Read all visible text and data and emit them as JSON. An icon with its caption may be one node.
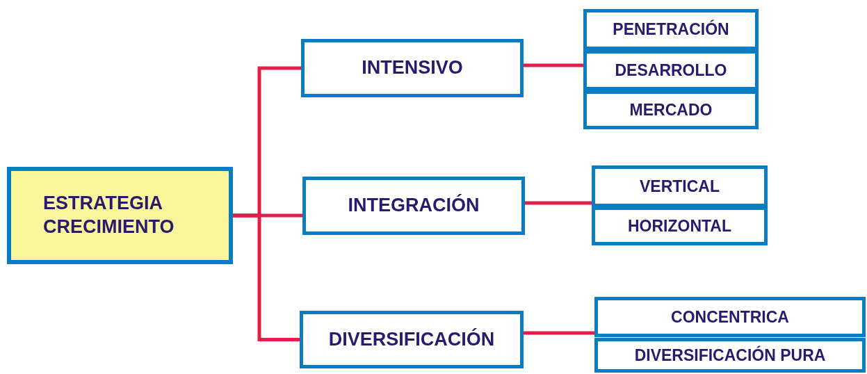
{
  "diagram": {
    "nodes": [
      {
        "text": [
          "ESTRATEGIA CRECIMIENTO"
        ]
      },
      {
        "text": [
          "INTENSIVO"
        ]
      },
      {
        "text": [
          "INTEGRACIÓN"
        ]
      },
      {
        "text": [
          "DIVERSIFICACIÓN"
        ]
      },
      {
        "text": [
          "PENETRACIÓN"
        ]
      },
      {
        "text": [
          "DESARROLLO"
        ]
      },
      {
        "text": [
          "MERCADO"
        ]
      },
      {
        "text": [
          "VERTICAL"
        ]
      },
      {
        "text": [
          "HORIZONTAL"
        ]
      },
      {
        "text": [
          "CONCENTRICA"
        ]
      },
      {
        "text": [
          "DIVERSIFICACIÓN PURA"
        ]
      }
    ],
    "edges": [
      {
        "from": 0,
        "to": 1,
        "arrow": "none"
      },
      {
        "from": 0,
        "to": 2,
        "arrow": "none"
      },
      {
        "from": 0,
        "to": 3,
        "arrow": "none"
      },
      {
        "from": 1,
        "to": 5,
        "arrow": "none"
      },
      {
        "from": 2,
        "to": 7,
        "arrow": "none"
      },
      {
        "from": 3,
        "to": 9,
        "arrow": "none"
      }
    ]
  }
}
